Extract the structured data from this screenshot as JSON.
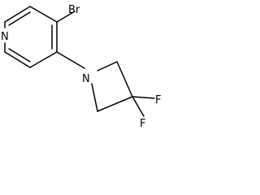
{
  "molecule": {
    "atoms": {
      "pyridine_n": "N",
      "bromine": "Br",
      "azetidine_n": "N",
      "fluorine_upper": "F",
      "fluorine_lower": "F"
    }
  }
}
